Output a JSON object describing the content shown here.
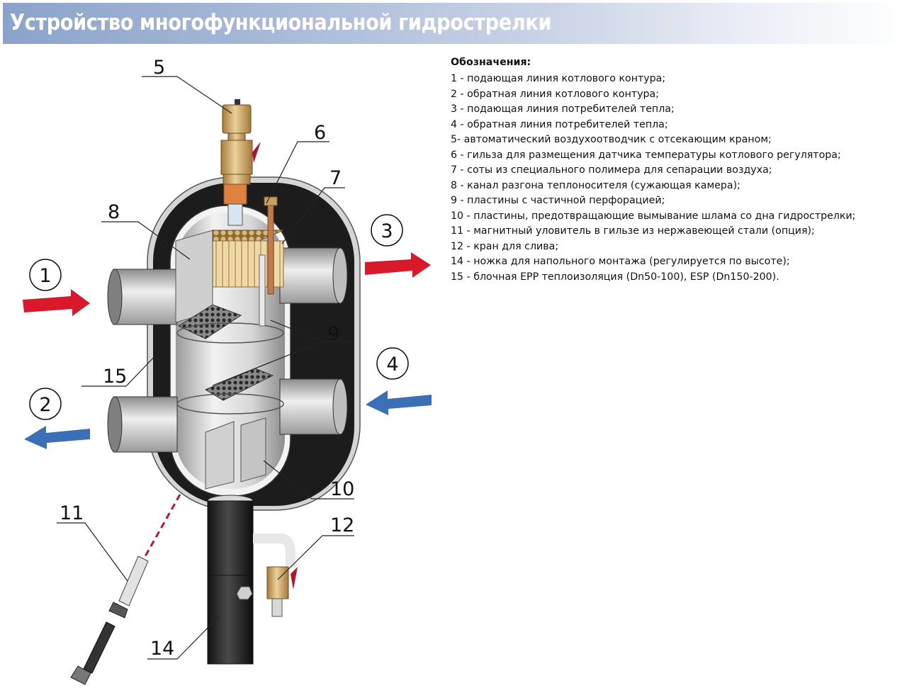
{
  "title": "Устройство многофункциональной гидрострелки",
  "legend": {
    "heading": "Обозначения:",
    "items": [
      "1 - подающая линия котлового контура;",
      "2 - обратная линия котлового контура;",
      "3 - подающая линия потребителей тепла;",
      "4 - обратная линия потребителей тепла;",
      "5- автоматический воздухоотводчик с отсекающим краном;",
      "6 - гильза для размещения датчика температуры котлового регулятора;",
      "7 - соты из специального полимера для сепарации воздуха;",
      "8 - канал разгона теплоносителя (сужающая камера);",
      "9 - пластины с частичной перфорацией;",
      "10 - пластины, предотвращающие вымывание шлама со дна гидрострелки;",
      "11 - магнитный уловитель в гильзе из нержавеющей стали (опция);",
      "12 - кран для слива;",
      "14 - ножка для напольного монтажа (регулируется по высоте);",
      "15 - блочная EPP теплоизоляция (Dn50-100), ESP (Dn150-200)."
    ]
  },
  "flow_labels": {
    "inlet_boiler": "1",
    "return_boiler": "2",
    "supply_consumers": "3",
    "return_consumers": "4"
  },
  "callouts": {
    "c5": "5",
    "c6": "6",
    "c7": "7",
    "c8": "8",
    "c9": "9",
    "c10": "10",
    "c11": "11",
    "c12": "12",
    "c14": "14",
    "c15": "15"
  },
  "colors": {
    "hot": "#d8182b",
    "cold": "#3b6fb6",
    "insulation": "#1c1c1c",
    "brass": "#c9a063",
    "title_bar": "#8ba3cb"
  }
}
